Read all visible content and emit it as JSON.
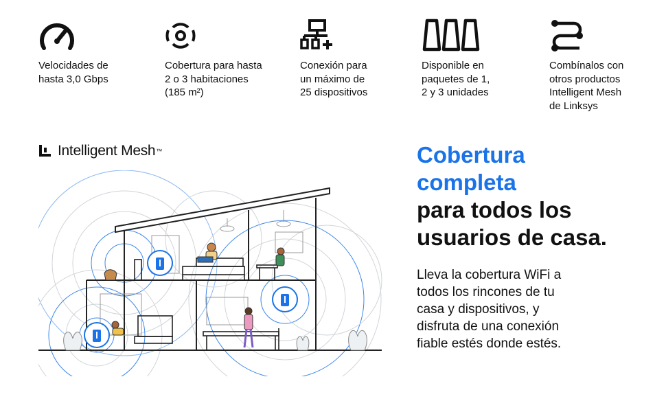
{
  "features": [
    {
      "icon": "speedometer-icon",
      "text": "Velocidades de\nhasta 3,0 Gbps"
    },
    {
      "icon": "wifi-signal-icon",
      "text": "Cobertura para hasta\n2 o 3 habitaciones\n(185 m²)"
    },
    {
      "icon": "network-devices-icon",
      "text": "Conexión para\nun máximo de\n25 dispositivos"
    },
    {
      "icon": "three-nodes-icon",
      "text": "Disponible en\npaquetes de 1,\n2 y 3 unidades"
    },
    {
      "icon": "mesh-connect-icon",
      "text": "Combínalos con\notros productos\nIntelligent Mesh\nde Linksys"
    }
  ],
  "brand": {
    "name": "Intelligent Mesh",
    "trademark": "™"
  },
  "headline": {
    "blue_line1": "Cobertura",
    "blue_line2": "completa",
    "dark_line1": "para todos los",
    "dark_line2": "usuarios de casa."
  },
  "body": "Lleva la cobertura WiFi a\ntodos los rincones de tu\ncasa y dispositivos, y\ndisfruta de una conexión\nfiable estés donde estés.",
  "colors": {
    "accent": "#1a73e8",
    "text": "#111111",
    "line": "#222222"
  }
}
